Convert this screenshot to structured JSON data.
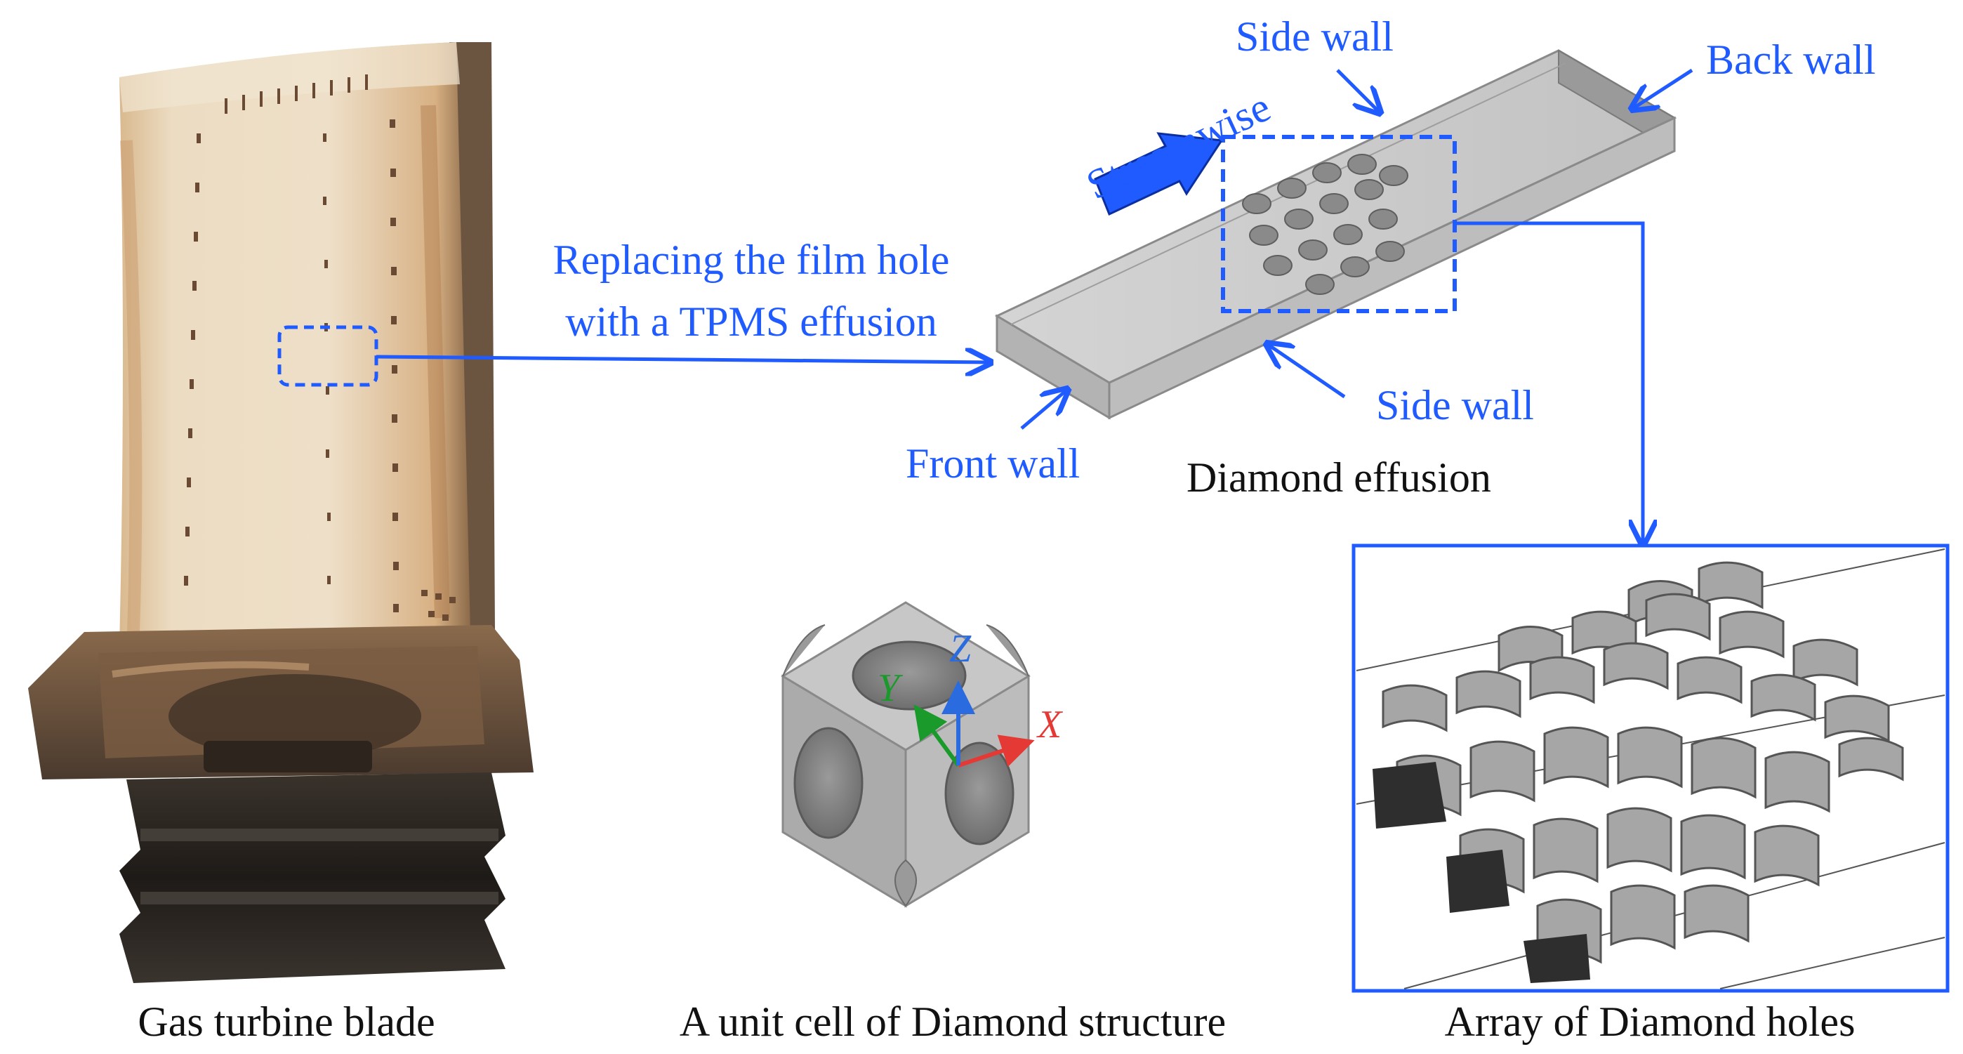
{
  "colors": {
    "accent_blue": "#1f5bff",
    "caption_black": "#111111",
    "metal_light": "#cfcfcf",
    "metal_mid": "#a9a9a9",
    "metal_dark": "#6f6f6f",
    "blade_tan": "#e7d3b6",
    "blade_rust": "#b8743e",
    "root_black": "#2a2622",
    "axis_x": "#e53935",
    "axis_y": "#1a9a2a",
    "axis_z": "#2b6be0"
  },
  "labels": {
    "replacing_line1": "Replacing the film hole",
    "replacing_line2": "with a TPMS effusion",
    "streamwise": "Streamwise",
    "side_wall_top": "Side wall",
    "back_wall": "Back wall",
    "side_wall_bottom": "Side wall",
    "front_wall": "Front wall",
    "diamond_effusion": "Diamond effusion",
    "axis_x": "X",
    "axis_y": "Y",
    "axis_z": "Z"
  },
  "captions": {
    "blade": "Gas turbine blade",
    "unit_cell": "A unit cell of Diamond structure",
    "array": "Array of Diamond holes"
  },
  "icons": {
    "blade_photo": "gas-turbine-blade-photo",
    "channel_model": "effusion-channel-3d-model",
    "unit_cell": "diamond-unit-cell-3d",
    "array": "diamond-hole-array-3d"
  }
}
